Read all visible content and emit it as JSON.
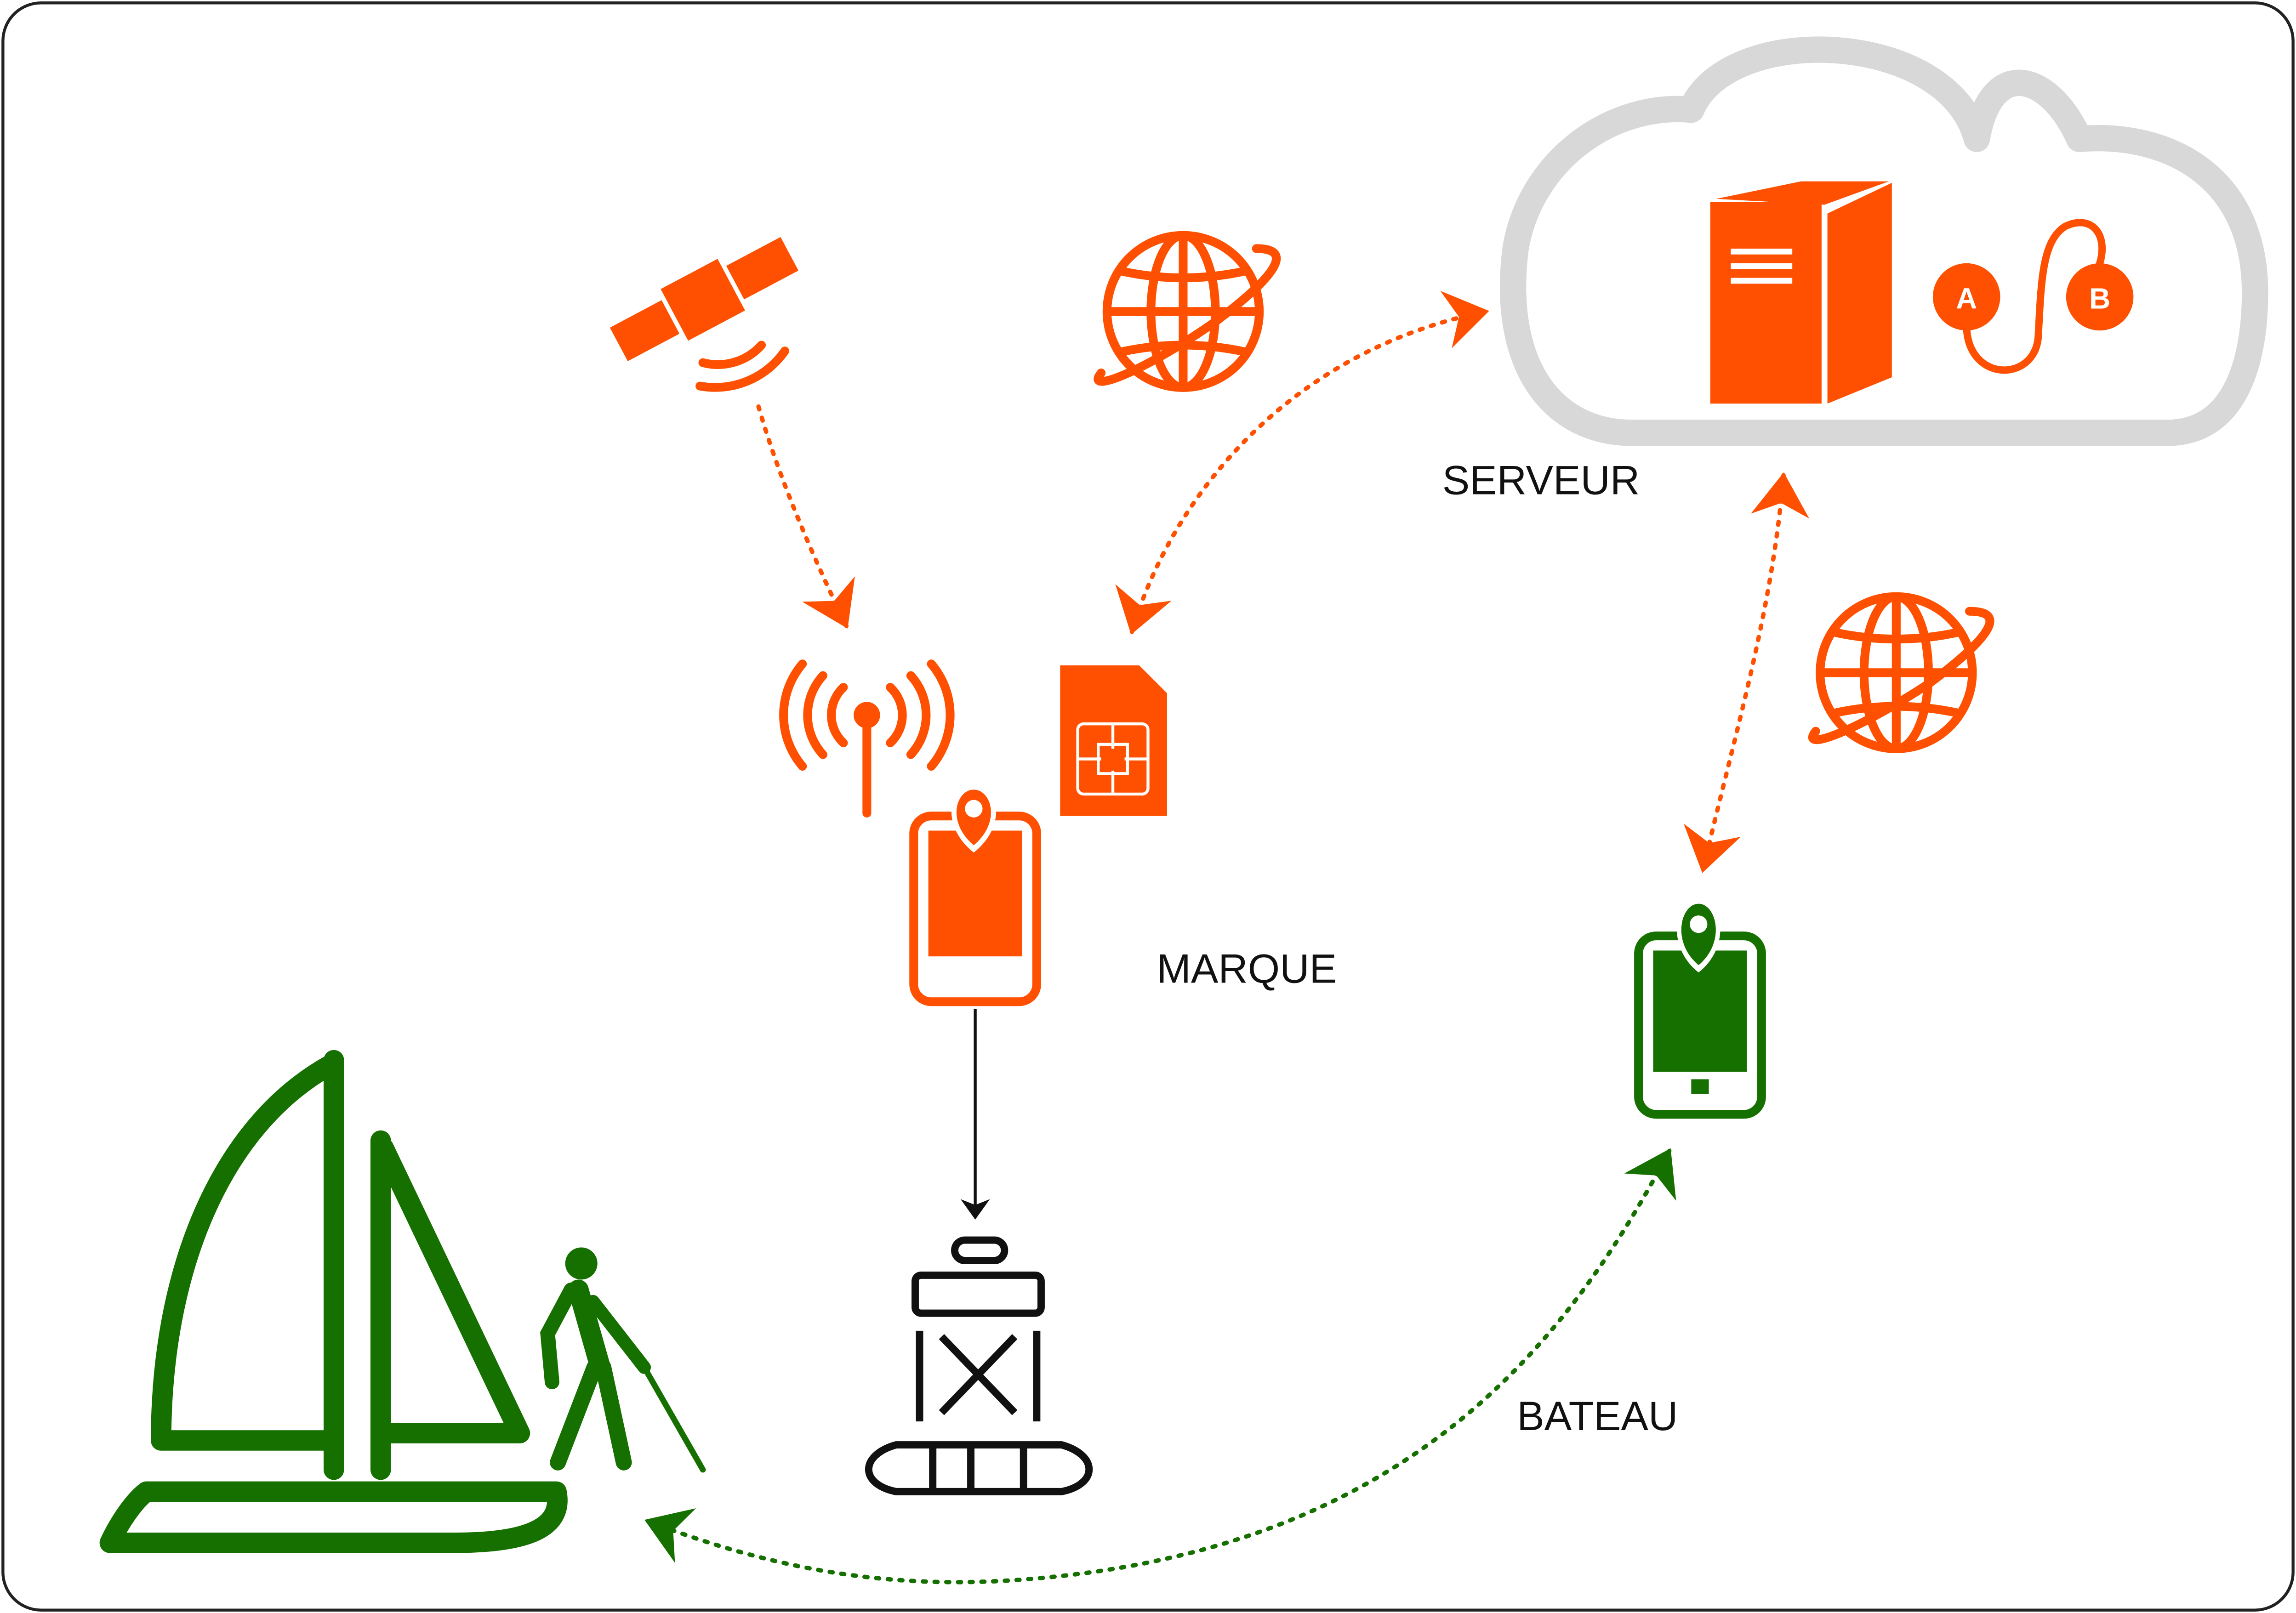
{
  "labels": {
    "server": "SERVEUR",
    "tag": "MARQUE",
    "boat": "BATEAU"
  },
  "server_route": {
    "point_a": "A",
    "point_b": "B"
  },
  "colors": {
    "orange": "#fe5000",
    "green": "#167000",
    "cloud_gray": "#d8d8d8",
    "black": "#111111",
    "frame": "#222222"
  },
  "icons": [
    "satellite-icon",
    "globe-icon",
    "cloud-icon",
    "server-icon",
    "route-icon",
    "antenna-icon",
    "sim-card-icon",
    "gps-tracker-icon",
    "buoy-icon",
    "smartphone-icon",
    "sailboat-icon",
    "blind-person-icon"
  ]
}
